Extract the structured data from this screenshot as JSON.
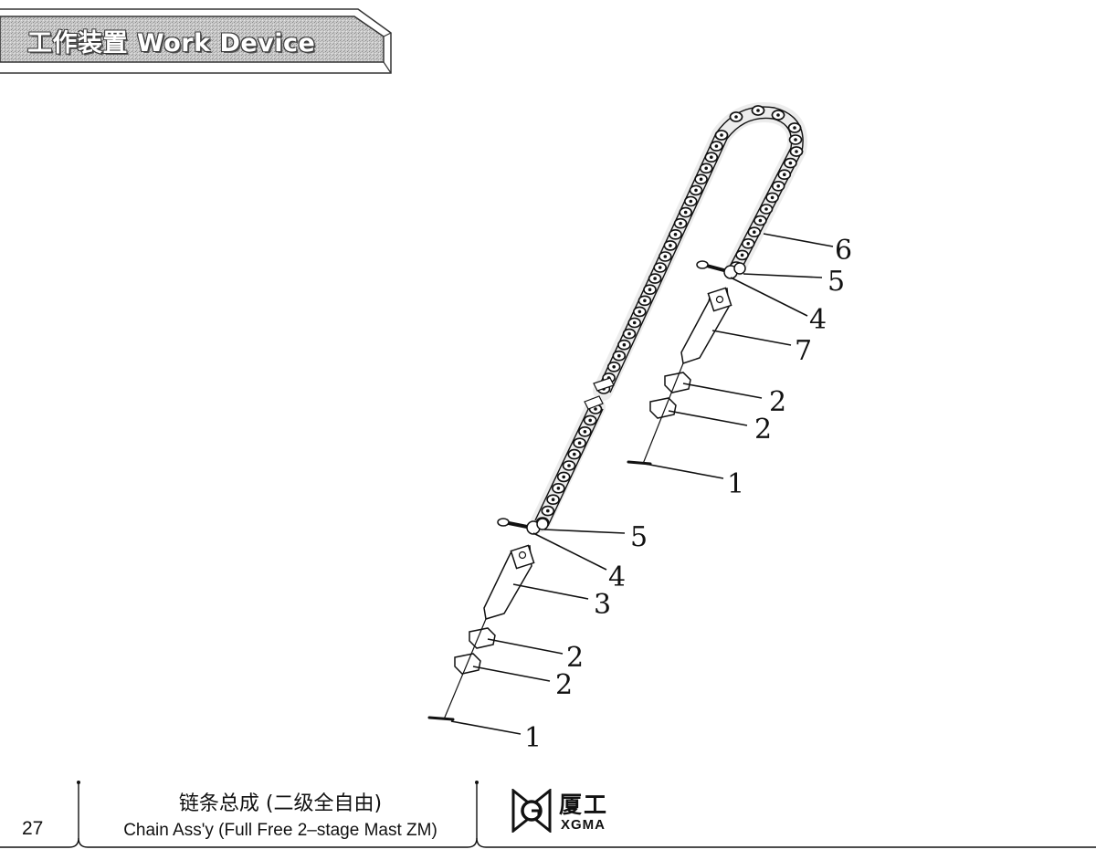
{
  "header": {
    "title": "工作装置 Work Device"
  },
  "diagram": {
    "callouts": [
      "6",
      "5",
      "4",
      "7",
      "2",
      "2",
      "1",
      "5",
      "4",
      "3",
      "2",
      "2",
      "1"
    ]
  },
  "footer": {
    "page_number": "27",
    "title_cn": "链条总成 (二级全自由)",
    "title_en": "Chain Ass'y (Full Free 2–stage Mast ZM)",
    "brand_cn": "厦工",
    "brand_en": "XGMA"
  }
}
